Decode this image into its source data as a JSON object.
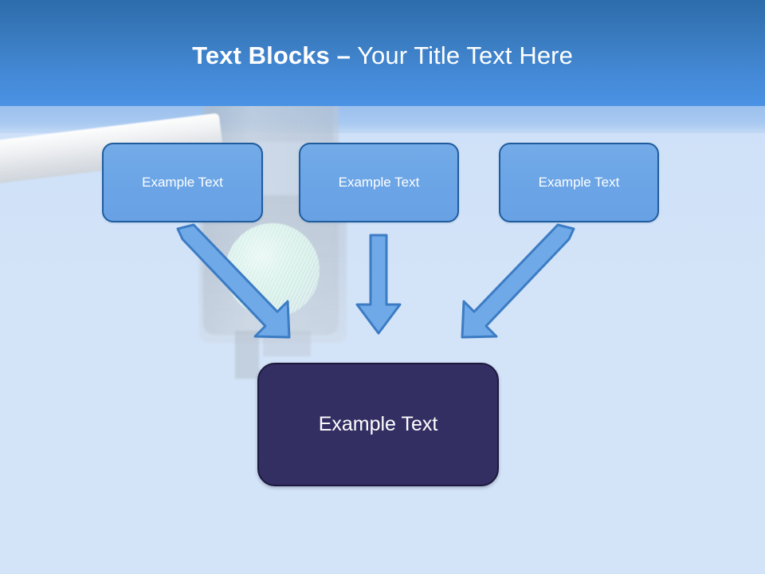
{
  "slide": {
    "title_bold": "Text Blocks –",
    "title_rest": " Your Title Text Here",
    "background_color": "#d4e4f8",
    "header_gradient_top": "#2d6cab",
    "header_gradient_bottom": "#4a92e4",
    "band_color": "#9cc1ee"
  },
  "top_boxes": [
    {
      "label": "Example Text",
      "fill": "#6ba5e6",
      "border": "#1f5c9e",
      "text_color": "#ffffff"
    },
    {
      "label": "Example Text",
      "fill": "#6ba5e6",
      "border": "#1f5c9e",
      "text_color": "#ffffff"
    },
    {
      "label": "Example Text",
      "fill": "#6ba5e6",
      "border": "#1f5c9e",
      "text_color": "#ffffff"
    }
  ],
  "result_box": {
    "label": "Example Text",
    "fill": "#332f63",
    "border": "#1c1a3c",
    "text_color": "#ffffff"
  },
  "arrows": [
    {
      "name": "arrow-down-right",
      "direction": "down-right",
      "fill": "#6fa9e8",
      "stroke": "#3c7cc4"
    },
    {
      "name": "arrow-down",
      "direction": "down",
      "fill": "#6fa9e8",
      "stroke": "#3c7cc4"
    },
    {
      "name": "arrow-down-left",
      "direction": "down-left",
      "fill": "#6fa9e8",
      "stroke": "#3c7cc4"
    }
  ],
  "background_art": {
    "subject": "traffic-light",
    "lamp_state": "green",
    "lamp_color": "#d6f2ea",
    "housing_color": "#c2ccd8",
    "pole_color": "#eef0f3"
  }
}
